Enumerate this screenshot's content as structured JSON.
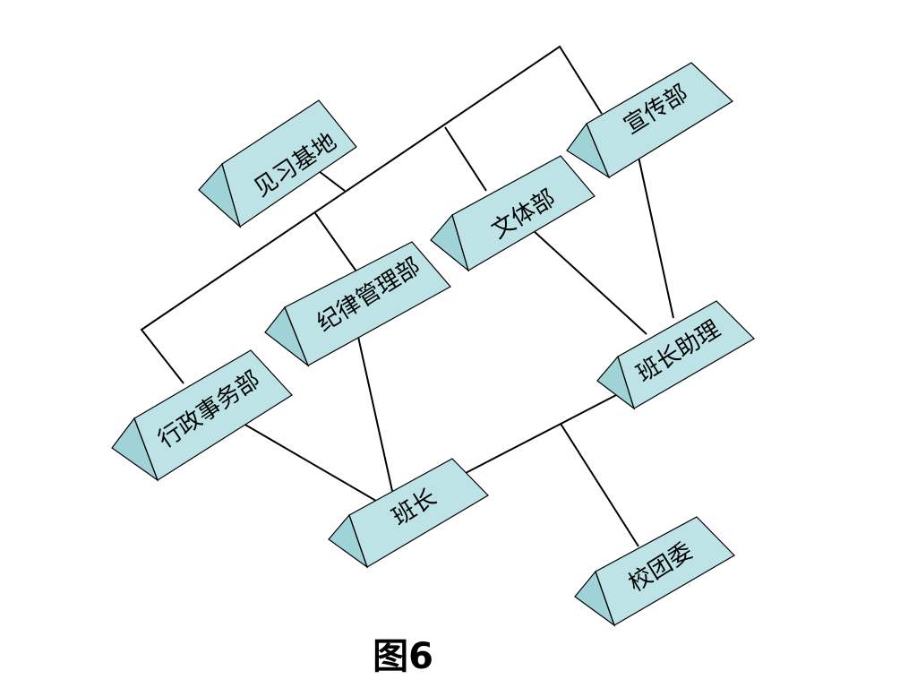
{
  "colors": {
    "box_face": "#bde3e6",
    "box_shade": "#9fd3d7",
    "stroke": "#000000"
  },
  "nodes": {
    "jianxi": "见习基地",
    "xuanchuan": "宣传部",
    "wenti": "文体部",
    "jilv": "纪律管理部",
    "xingzheng": "行政事务部",
    "banzhuli": "班长助理",
    "banzhang": "班长",
    "xiaotuanwei": "校团委"
  },
  "caption": "图6"
}
